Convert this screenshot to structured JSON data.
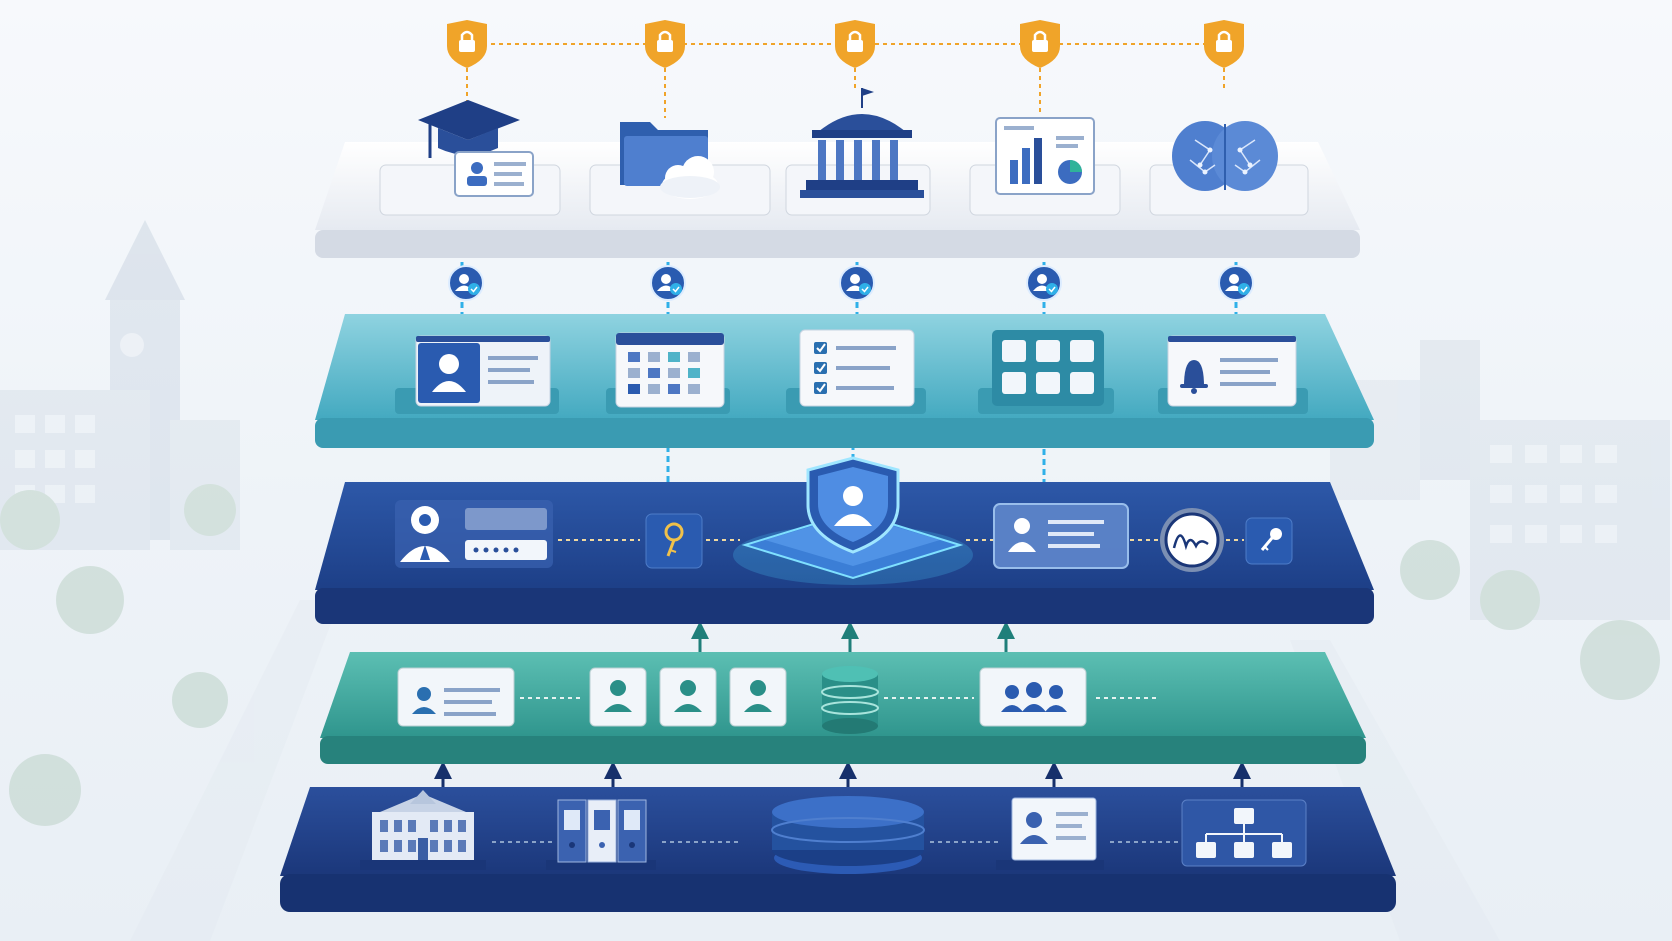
{
  "diagram": {
    "layers": [
      {
        "id": "applications",
        "items": [
          "graduation-cap-id-card-icon",
          "folder-cloud-icon",
          "institution-building-icon",
          "analytics-dashboard-icon",
          "ai-brain-icon"
        ]
      },
      {
        "id": "user-services",
        "items": [
          "profile-card-icon",
          "calendar-icon",
          "checklist-icon",
          "app-grid-icon",
          "notification-card-icon"
        ]
      },
      {
        "id": "identity-security",
        "items": [
          "user-login-card-icon",
          "key-icon",
          "shield-user-icon",
          "identity-record-icon",
          "digital-signature-icon",
          "access-key-icon"
        ]
      },
      {
        "id": "identity-data",
        "items": [
          "record-card-icon",
          "user-card-icon",
          "user-card-icon",
          "user-card-icon",
          "database-cylinder-icon",
          "group-card-icon"
        ]
      },
      {
        "id": "source-systems",
        "items": [
          "campus-building-icon",
          "file-binders-icon",
          "central-database-icon",
          "id-document-icon",
          "org-hierarchy-icon"
        ]
      }
    ],
    "security_locks": [
      "lock-shield-icon",
      "lock-shield-icon",
      "lock-shield-icon",
      "lock-shield-icon",
      "lock-shield-icon"
    ],
    "verification_badges": [
      "user-verified-icon",
      "user-verified-icon",
      "user-verified-icon",
      "user-verified-icon",
      "user-verified-icon"
    ],
    "colors": {
      "top_layer": "#eef1f6",
      "service_layer": "#4fb3c8",
      "security_layer": "#22468f",
      "data_layer": "#2e9a93",
      "source_layer": "#1f3f86",
      "lock_orange": "#f0a429",
      "accent_blue": "#2f6fd0",
      "glow_cyan": "#4fd3ff"
    }
  }
}
